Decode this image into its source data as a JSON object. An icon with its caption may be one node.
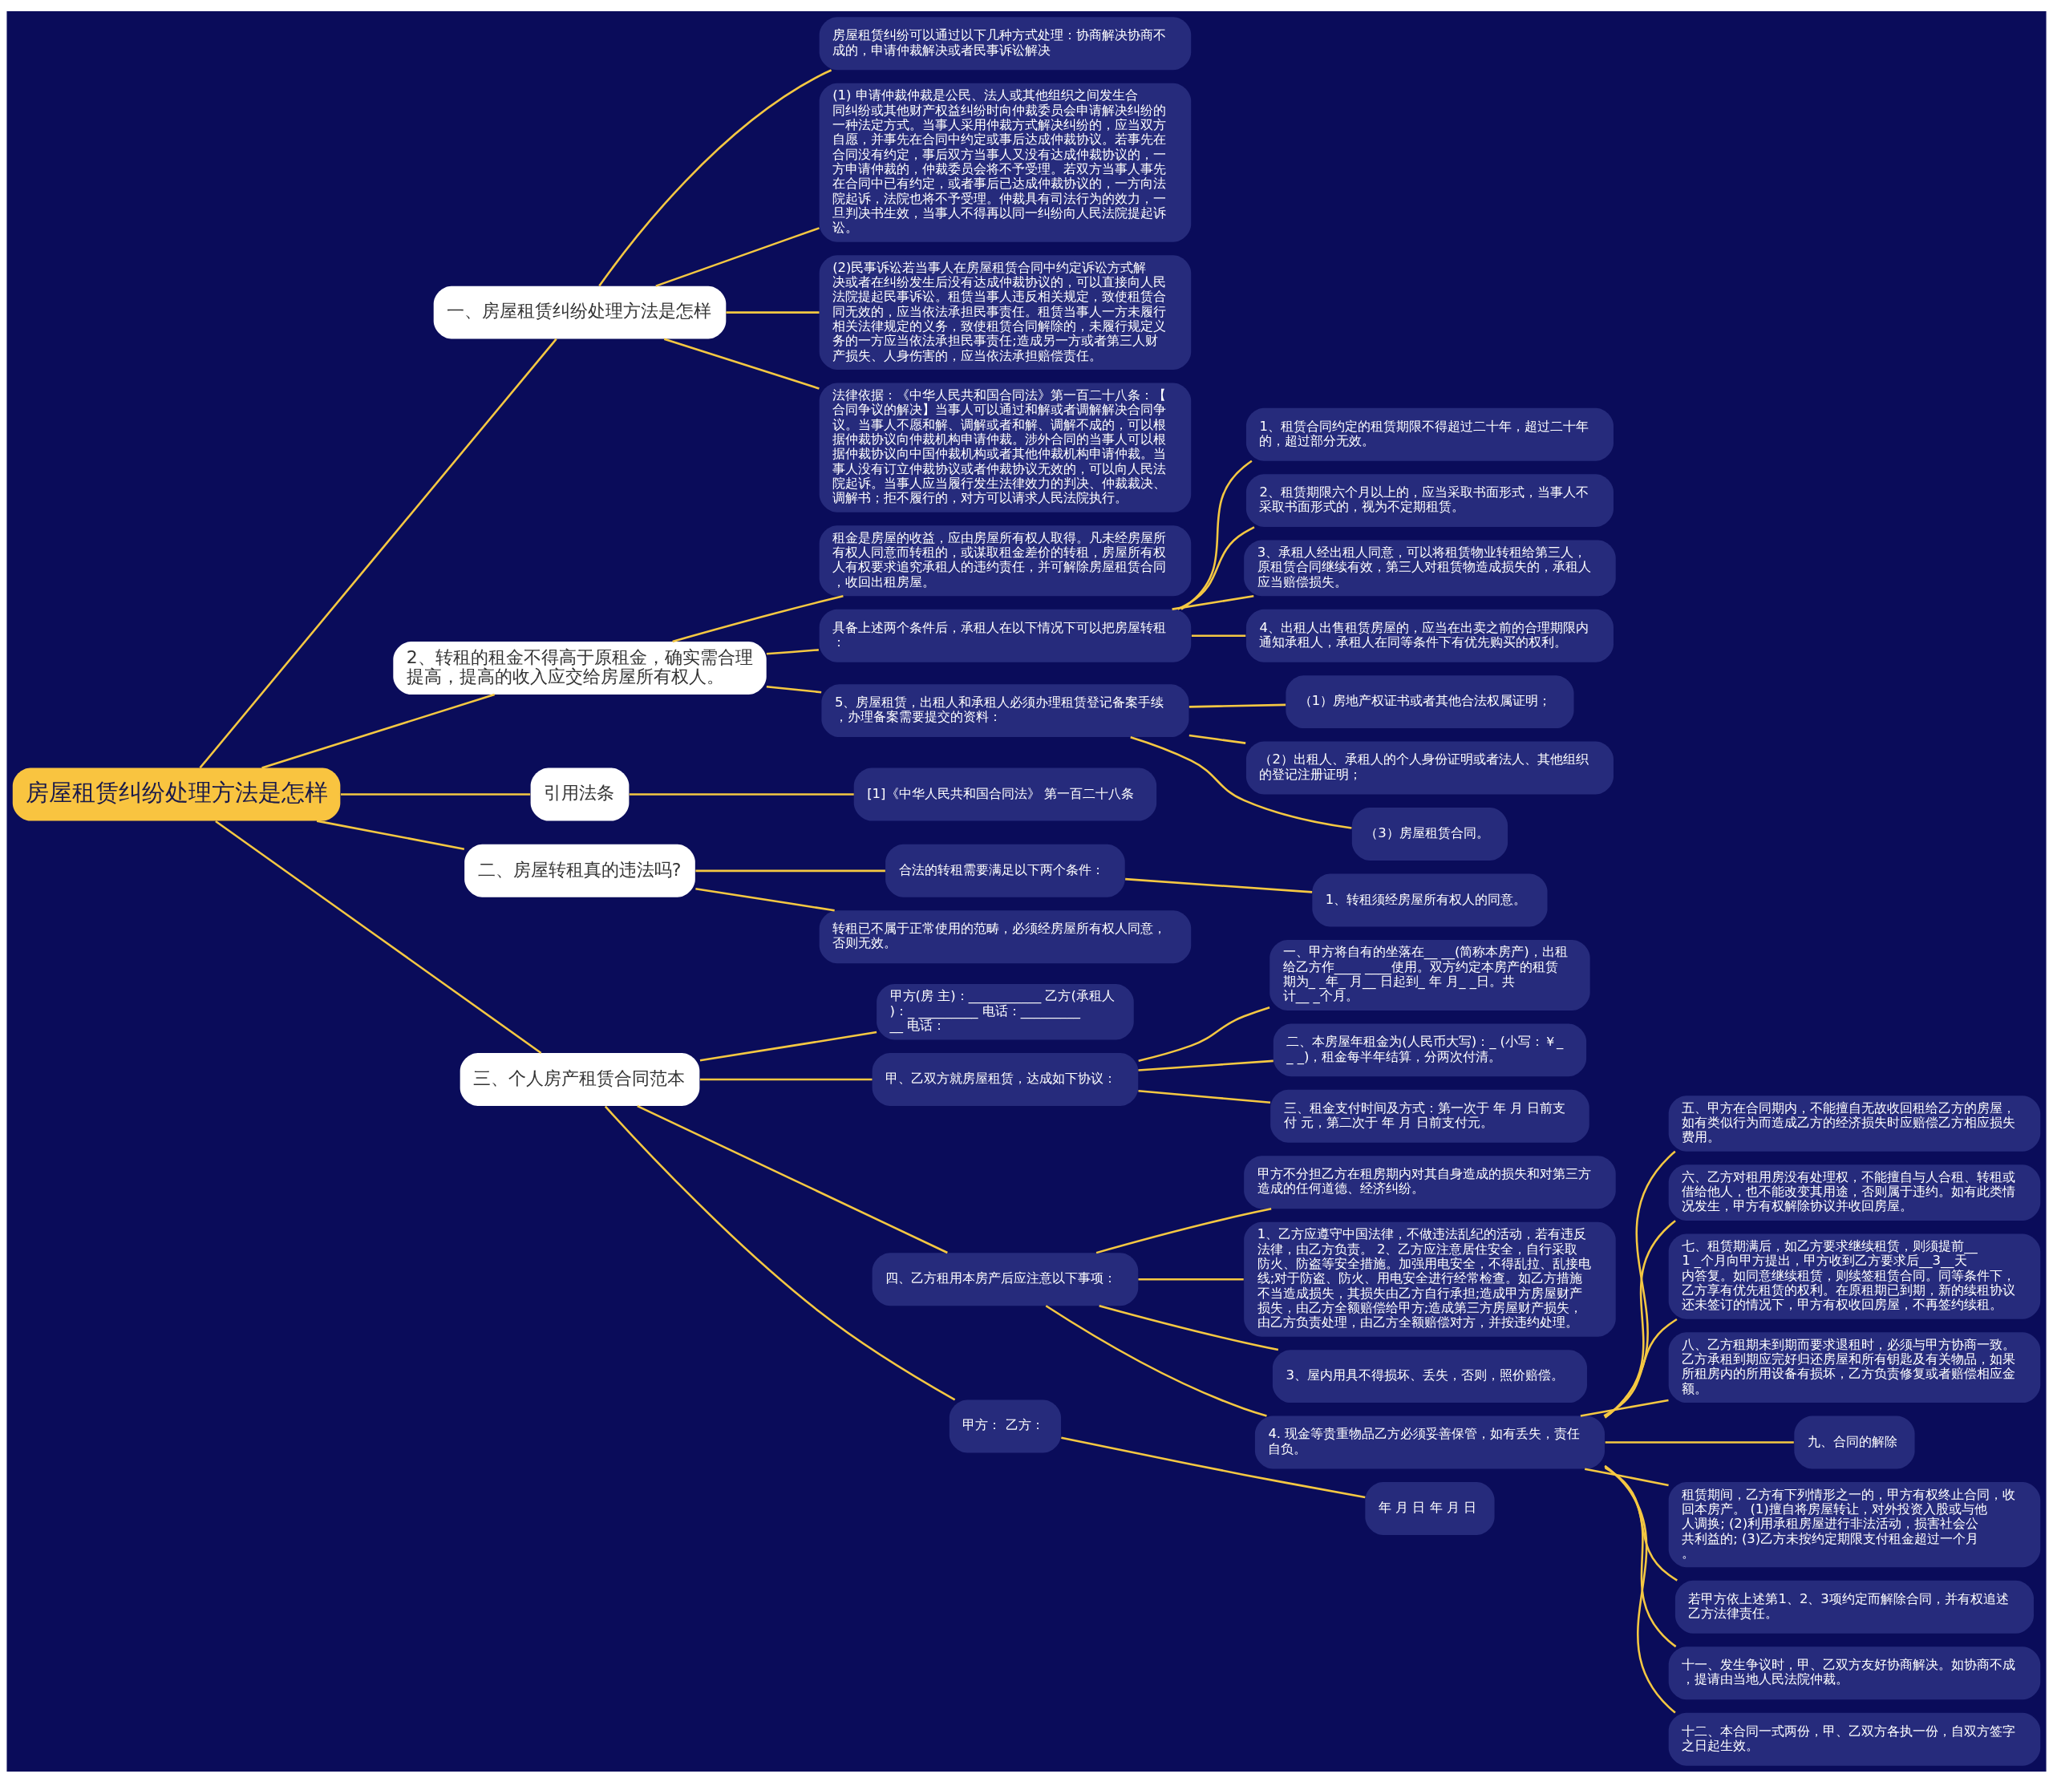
{
  "diagram": {
    "nodes": [
      {
        "text": [
          "房屋租赁纠纷处理方法是怎样"
        ]
      },
      {
        "text": [
          "一、房屋租赁纠纷处理方法是怎样"
        ]
      },
      {
        "text": [
          "房屋租赁纠纷可以通过以下几种方式处理：协商解决协商不成的，申请仲裁解决或者民事诉讼解决"
        ]
      },
      {
        "text": [
          "(1) 申请仲裁仲裁是公民、法人或其他组织之间发生合同纠纷或其他财产权益纠纷时向仲裁委员会申请解决纠纷的一种法定方式。当事人采用仲裁方式解决纠纷的，应当双方自愿，并事先在合同中约定或事后达成仲裁协议。若事先在合同没有约定，事后双方当事人又没有达成仲裁协议的，一方申请仲裁的，仲裁委员会将不予受理。若双方当事人事先在合同中已有约定，或者事后已达成仲裁协议的，一方向法院起诉，法院也将不予受理。仲裁具有司法行为的效力，一旦判决书生效，当事人不得再以同一纠纷向人民法院提起诉讼。"
        ]
      },
      {
        "text": [
          "(2)民事诉讼若当事人在房屋租赁合同中约定诉讼方式解决或者在纠纷发生后没有达成仲裁协议的，可以直接向人民法院提起民事诉讼。租赁当事人违反相关规定，致使租赁合同无效的，应当依法承担民事责任。租赁当事人一方未履行相关法律规定的义务，致使租赁合同解除的，未履行规定义务的一方应当依法承担民事责任;造成另一方或者第三人财产损失、人身伤害的，应当依法承担赔偿责任。"
        ]
      },
      {
        "text": [
          "法律依据：《中华人民共和国合同法》第一百二十八条：【合同争议的解决】当事人可以通过和解或者调解解决合同争议。当事人不愿和解、调解或者和解、调解不成的，可以根据仲裁协议向仲裁机构申请仲裁。涉外合同的当事人可以根据仲裁协议向中国仲裁机构或者其他仲裁机构申请仲裁。当事人没有订立仲裁协议或者仲裁协议无效的，可以向人民法院起诉。当事人应当履行发生法律效力的判决、仲裁裁决、调解书；拒不履行的，对方可以请求人民法院执行。"
        ]
      },
      {
        "text": [
          "2、转租的租金不得高于原租金，确实需合理提高，提高的收入应交给房屋所有权人。"
        ]
      },
      {
        "text": [
          "租金是房屋的收益，应由房屋所有权人取得。凡未经房屋所有权人同意而转租的，或谋取租金差价的转租，房屋所有权人有权要求追究承租人的违约责任，并可解除房屋租赁合同，收回出租房屋。"
        ]
      },
      {
        "text": [
          "具备上述两个条件后，承租人在以下情况下可以把房屋转租："
        ]
      },
      {
        "text": [
          "1、租赁合同约定的租赁期限不得超过二十年，超过二十年的，超过部分无效。"
        ]
      },
      {
        "text": [
          "2、租赁期限六个月以上的，应当采取书面形式，当事人不采取书面形式的，视为不定期租赁。"
        ]
      },
      {
        "text": [
          "3、承租人经出租人同意，可以将租赁物业转租给第三人，原租赁合同继续有效，第三人对租赁物造成损失的，承租人应当赔偿损失。"
        ]
      },
      {
        "text": [
          "4、出租人出售租赁房屋的，应当在出卖之前的合理期限内通知承租人，承租人在同等条件下有优先购买的权利。"
        ]
      },
      {
        "text": [
          "5、房屋租赁，出租人和承租人必须办理租赁登记备案手续，办理备案需要提交的资料："
        ]
      },
      {
        "text": [
          "（1）房地产权证书或者其他合法权属证明；"
        ]
      },
      {
        "text": [
          "（2）出租人、承租人的个人身份证明或者法人、其他组织的登记注册证明；"
        ]
      },
      {
        "text": [
          "（3）房屋租赁合同。"
        ]
      },
      {
        "text": [
          "引用法条"
        ]
      },
      {
        "text": [
          "[1]《中华人民共和国合同法》 第一百二十八条"
        ]
      },
      {
        "text": [
          "二、房屋转租真的违法吗?"
        ]
      },
      {
        "text": [
          "合法的转租需要满足以下两个条件："
        ]
      },
      {
        "text": [
          "1、转租须经房屋所有权人的同意。"
        ]
      },
      {
        "text": [
          "转租已不属于正常使用的范畴，必须经房屋所有权人同意，否则无效。"
        ]
      },
      {
        "text": [
          "三、个人房产租赁合同范本"
        ]
      },
      {
        "text": [
          "甲方(房 主)：___________ 乙方(承租人)：_ _________ 电话：___________ 电话："
        ]
      },
      {
        "text": [
          "甲、乙双方就房屋租赁，达成如下协议："
        ]
      },
      {
        "text": [
          "一、甲方将自有的坐落在__ __(简称本房产)，出租给乙方作____ ____使用。双方约定本房产的租赁期为_ _年_ 月__ 日起到_ 年 月_ _日。共计__ _个月。"
        ]
      },
      {
        "text": [
          "二、本房屋年租金为(人民币大写)：_ (小写：￥__ _)，租金每半年结算，分两次付清。"
        ]
      },
      {
        "text": [
          "三、租金支付时间及方式：第一次于 年 月 日前支付 元，第二次于 年 月 日前支付元。"
        ]
      },
      {
        "text": [
          "四、乙方租用本房产后应注意以下事项："
        ]
      },
      {
        "text": [
          "甲方不分担乙方在租房期内对其自身造成的损失和对第三方造成的任何道德、经济纠纷。"
        ]
      },
      {
        "text": [
          "1、乙方应遵守中国法律，不做违法乱纪的活动，若有违反法律，由乙方负责。 2、乙方应注意居住安全，自行采取防火、防盗等安全措施。加强用电安全，不得乱拉、乱接电线;对于防盗、防火、用电安全进行经常检查。如乙方措施不当造成损失，其损失由乙方自行承担;造成甲方房屋财产损失，由乙方全额赔偿给甲方;造成第三方房屋财产损失，由乙方负责处理，由乙方全额赔偿对方，并按违约处理。"
        ]
      },
      {
        "text": [
          "3、屋内用具不得损坏、丢失，否则，照价赔偿。"
        ]
      },
      {
        "text": [
          "4. 现金等贵重物品乙方必须妥善保管，如有丢失，责任自负。"
        ]
      },
      {
        "text": [
          "五、甲方在合同期内，不能擅自无故收回租给乙方的房屋，如有类似行为而造成乙方的经济损失时应赔偿乙方相应损失费用。"
        ]
      },
      {
        "text": [
          "六、乙方对租用房没有处理权，不能擅自与人合租、转租或借给他人，也不能改变其用途，否则属于违约。如有此类情况发生，甲方有权解除协议并收回房屋。"
        ]
      },
      {
        "text": [
          "七、租赁期满后，如乙方要求继续租赁，则须提前__1 _个月向甲方提出，甲方收到乙方要求后__3__天内答复。如同意继续租赁，则续签租赁合同。同等条件下，乙方享有优先租赁的权利。在原租期已到期，新的续租协议还未签订的情况下，甲方有权收回房屋，不再签约续租。"
        ]
      },
      {
        "text": [
          "八、乙方租期未到期而要求退租时，必须与甲方协商一致。乙方承租到期应完好归还房屋和所有钥匙及有关物品，如果所租房内的所用设备有损坏，乙方负责修复或者赔偿相应金额。"
        ]
      },
      {
        "text": [
          "九、合同的解除"
        ]
      },
      {
        "text": [
          "租赁期间，乙方有下列情形之一的，甲方有权终止合同，收回本房产。 (1)擅自将房屋转让，对外投资入股或与他人调换; (2)利用承租房屋进行非法活动，损害社会公共利益的; (3)乙方未按约定期限支付租金超过一个月。"
        ]
      },
      {
        "text": [
          "若甲方依上述第1、2、3项约定而解除合同，并有权追述乙方法律责任。"
        ]
      },
      {
        "text": [
          "十一、发生争议时，甲、乙双方友好协商解决。如协商不成，提请由当地人民法院仲裁。"
        ]
      },
      {
        "text": [
          "十二、本合同一式两份，甲、乙双方各执一份，自双方签字之日起生效。"
        ]
      },
      {
        "text": [
          "甲方： 乙方："
        ]
      },
      {
        "text": [
          "年 月 日 年 月 日"
        ]
      }
    ],
    "edges": [
      {
        "from": 0,
        "to": 1,
        "arrow": "none"
      },
      {
        "from": 1,
        "to": 2,
        "arrow": "none"
      },
      {
        "from": 1,
        "to": 3,
        "arrow": "none"
      },
      {
        "from": 1,
        "to": 4,
        "arrow": "none"
      },
      {
        "from": 1,
        "to": 5,
        "arrow": "none"
      },
      {
        "from": 0,
        "to": 6,
        "arrow": "none"
      },
      {
        "from": 6,
        "to": 7,
        "arrow": "none"
      },
      {
        "from": 6,
        "to": 8,
        "arrow": "none"
      },
      {
        "from": 8,
        "to": 9,
        "arrow": "none"
      },
      {
        "from": 8,
        "to": 10,
        "arrow": "none"
      },
      {
        "from": 8,
        "to": 11,
        "arrow": "none"
      },
      {
        "from": 8,
        "to": 12,
        "arrow": "none"
      },
      {
        "from": 6,
        "to": 13,
        "arrow": "none"
      },
      {
        "from": 13,
        "to": 14,
        "arrow": "none"
      },
      {
        "from": 13,
        "to": 15,
        "arrow": "none"
      },
      {
        "from": 13,
        "to": 16,
        "arrow": "none"
      },
      {
        "from": 0,
        "to": 17,
        "arrow": "none"
      },
      {
        "from": 17,
        "to": 18,
        "arrow": "none"
      },
      {
        "from": 0,
        "to": 19,
        "arrow": "none"
      },
      {
        "from": 19,
        "to": 20,
        "arrow": "none"
      },
      {
        "from": 20,
        "to": 21,
        "arrow": "none"
      },
      {
        "from": 19,
        "to": 22,
        "arrow": "none"
      },
      {
        "from": 0,
        "to": 23,
        "arrow": "none"
      },
      {
        "from": 23,
        "to": 24,
        "arrow": "none"
      },
      {
        "from": 23,
        "to": 25,
        "arrow": "none"
      },
      {
        "from": 25,
        "to": 26,
        "arrow": "none"
      },
      {
        "from": 25,
        "to": 27,
        "arrow": "none"
      },
      {
        "from": 25,
        "to": 28,
        "arrow": "none"
      },
      {
        "from": 23,
        "to": 29,
        "arrow": "none"
      },
      {
        "from": 29,
        "to": 30,
        "arrow": "none"
      },
      {
        "from": 29,
        "to": 31,
        "arrow": "none"
      },
      {
        "from": 29,
        "to": 32,
        "arrow": "none"
      },
      {
        "from": 29,
        "to": 33,
        "arrow": "none"
      },
      {
        "from": 33,
        "to": 34,
        "arrow": "none"
      },
      {
        "from": 33,
        "to": 35,
        "arrow": "none"
      },
      {
        "from": 33,
        "to": 36,
        "arrow": "none"
      },
      {
        "from": 33,
        "to": 37,
        "arrow": "none"
      },
      {
        "from": 33,
        "to": 38,
        "arrow": "none"
      },
      {
        "from": 33,
        "to": 39,
        "arrow": "none"
      },
      {
        "from": 33,
        "to": 40,
        "arrow": "none"
      },
      {
        "from": 33,
        "to": 41,
        "arrow": "none"
      },
      {
        "from": 33,
        "to": 42,
        "arrow": "none"
      },
      {
        "from": 23,
        "to": 43,
        "arrow": "none"
      },
      {
        "from": 43,
        "to": 44,
        "arrow": "none"
      }
    ]
  }
}
